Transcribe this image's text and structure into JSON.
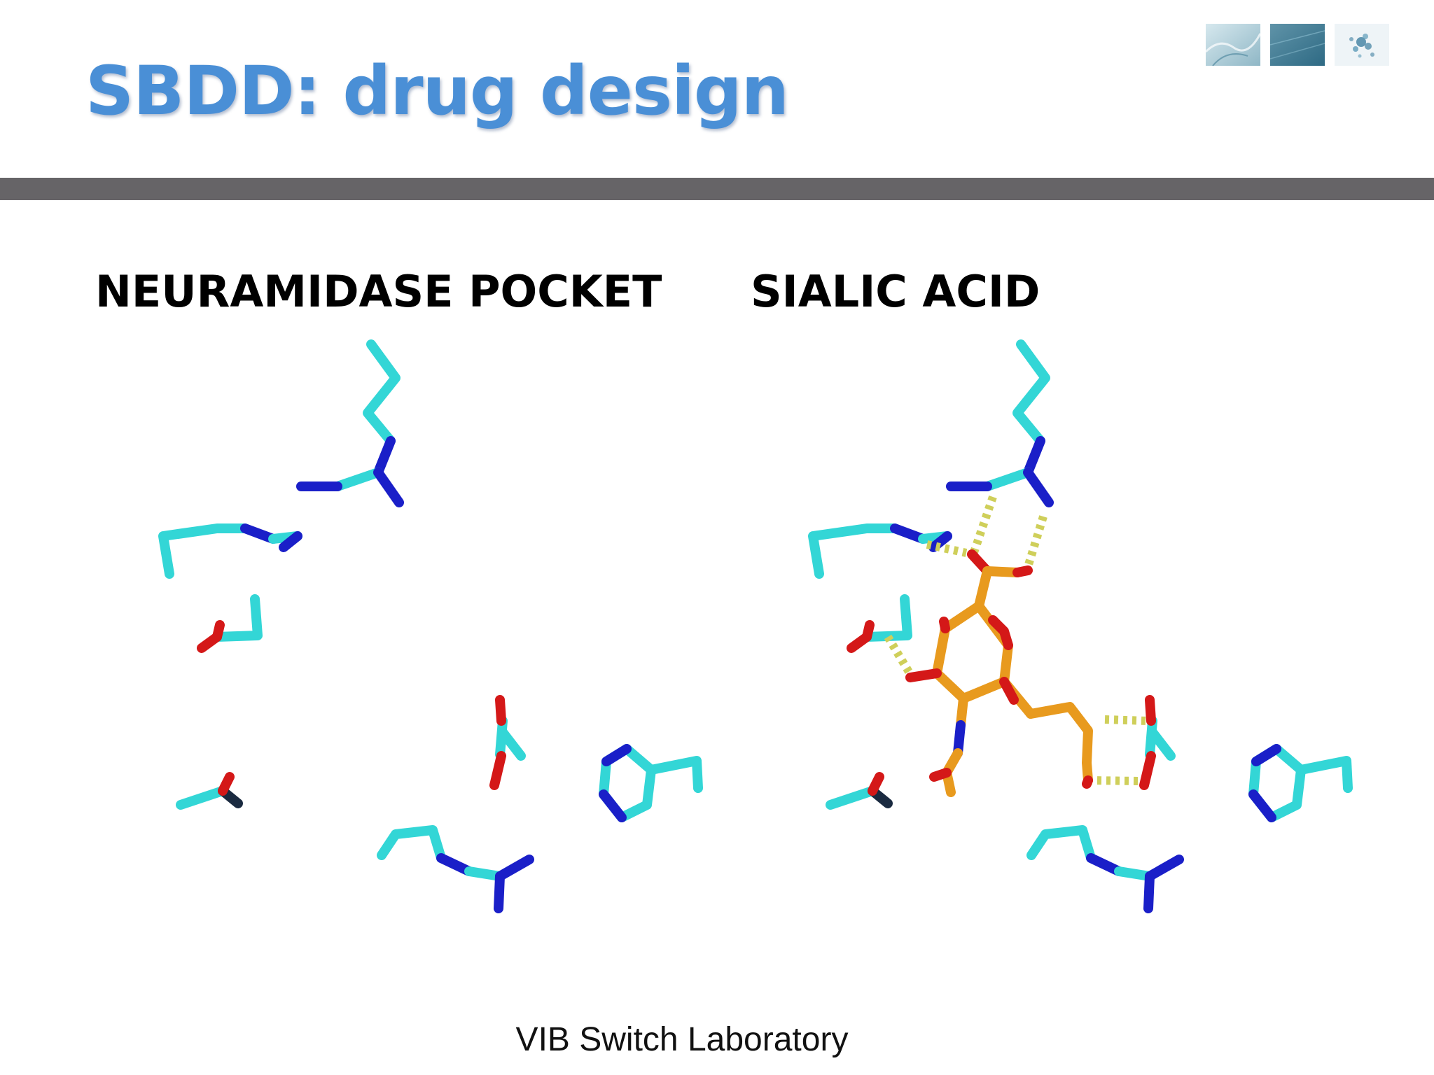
{
  "slide": {
    "title": "SBDD: drug design",
    "left_label": "NEURAMIDASE POCKET",
    "right_label": "SIALIC ACID",
    "footer": "VIB Switch Laboratory"
  },
  "colors": {
    "title": "#4a8fd6",
    "divider": "#666467",
    "carbon": "#33d6d6",
    "nitrogen": "#1a1fc8",
    "oxygen": "#d41818",
    "ligand_carbon": "#e89a1e",
    "hbond": "#cfcf5a"
  },
  "icons": [
    "pale-blue-texture-thumbnail",
    "blue-texture-thumbnail",
    "protein-structure-thumbnail"
  ]
}
